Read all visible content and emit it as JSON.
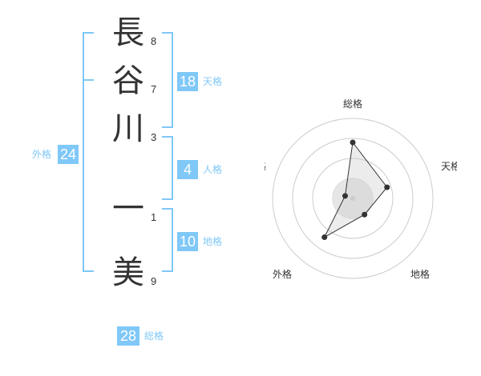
{
  "name": {
    "chars": [
      {
        "char": "長",
        "strokes": "8"
      },
      {
        "char": "谷",
        "strokes": "7"
      },
      {
        "char": "川",
        "strokes": "3"
      },
      {
        "char": "一",
        "strokes": "1"
      },
      {
        "char": "美",
        "strokes": "9"
      }
    ]
  },
  "scores": {
    "tenkaku": {
      "value": "18",
      "label": "天格"
    },
    "jinkaku": {
      "value": "4",
      "label": "人格"
    },
    "chikaku": {
      "value": "10",
      "label": "地格"
    },
    "gaikaku": {
      "value": "24",
      "label": "外格"
    },
    "soukaku": {
      "value": "28",
      "label": "総格"
    }
  },
  "colors": {
    "accent": "#7fc8f8",
    "text": "#333333"
  },
  "chart_data": {
    "type": "radar",
    "axes": [
      "総格",
      "天格",
      "地格",
      "外格",
      "人格"
    ],
    "values": [
      28,
      18,
      10,
      24,
      4
    ],
    "rings": 4
  }
}
